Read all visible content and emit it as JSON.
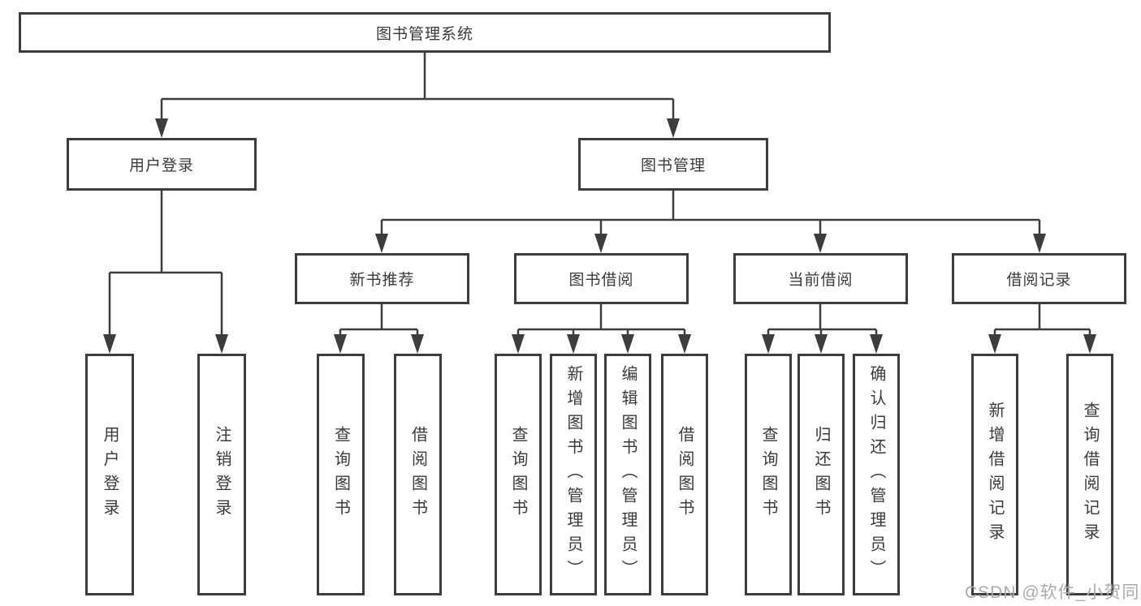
{
  "diagram": {
    "root": {
      "label": "图书管理系统"
    },
    "branches": [
      {
        "label": "用户登录",
        "children": [
          {
            "label": "用户登录"
          },
          {
            "label": "注销登录"
          }
        ]
      },
      {
        "label": "图书管理",
        "children": [
          {
            "label": "新书推荐",
            "children": [
              {
                "label": "查询图书"
              },
              {
                "label": "借阅图书"
              }
            ]
          },
          {
            "label": "图书借阅",
            "children": [
              {
                "label": "查询图书"
              },
              {
                "label": "新增图书（管理员）"
              },
              {
                "label": "编辑图书（管理员）"
              },
              {
                "label": "借阅图书"
              }
            ]
          },
          {
            "label": "当前借阅",
            "children": [
              {
                "label": "查询图书"
              },
              {
                "label": "归还图书"
              },
              {
                "label": "确认归还（管理员）"
              }
            ]
          },
          {
            "label": "借阅记录",
            "children": [
              {
                "label": "新增借阅记录"
              },
              {
                "label": "查询借阅记录"
              }
            ]
          }
        ]
      }
    ]
  },
  "watermark": {
    "text": "CSDN @软件_小贺同学"
  },
  "colors": {
    "line": "#3d3d3d",
    "text": "#3a3a3a",
    "watermark": "#ababab",
    "background": "#ffffff"
  }
}
